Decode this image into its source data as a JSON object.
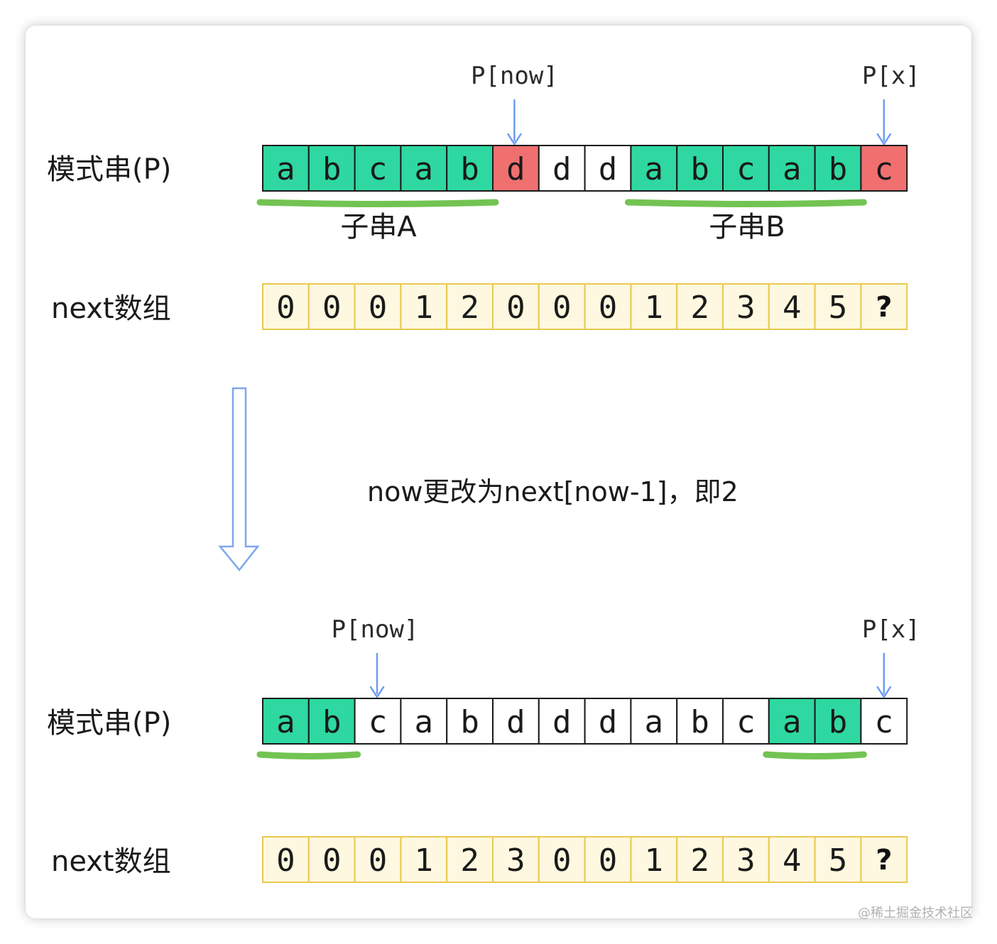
{
  "colors": {
    "match": "#2ed8a0",
    "mismatch": "#f07070",
    "plain": "#ffffff",
    "next_fill": "#fdf8df",
    "next_border": "#e8c94e",
    "pointer_arrow": "#6e9cf0",
    "big_arrow": "#7ea6f0",
    "underline": "#6cc04a"
  },
  "top": {
    "pattern_label": "模式串(P)",
    "next_label": "next数组",
    "pointer_now": "P[now]",
    "pointer_x": "P[x]",
    "sub_a": "子串A",
    "sub_b": "子串B",
    "pattern": [
      "a",
      "b",
      "c",
      "a",
      "b",
      "d",
      "d",
      "d",
      "a",
      "b",
      "c",
      "a",
      "b",
      "c"
    ],
    "states": [
      "m",
      "m",
      "m",
      "m",
      "m",
      "x",
      "p",
      "p",
      "m",
      "m",
      "m",
      "m",
      "m",
      "x"
    ],
    "next": [
      "0",
      "0",
      "0",
      "1",
      "2",
      "0",
      "0",
      "0",
      "1",
      "2",
      "3",
      "4",
      "5",
      "?"
    ],
    "now_index": 5,
    "x_index": 13,
    "underlines": [
      [
        0,
        4
      ],
      [
        8,
        12
      ]
    ]
  },
  "middle": {
    "note": "now更改为next[now-1]，即2"
  },
  "bottom": {
    "pattern_label": "模式串(P)",
    "next_label": "next数组",
    "pointer_now": "P[now]",
    "pointer_x": "P[x]",
    "pattern": [
      "a",
      "b",
      "c",
      "a",
      "b",
      "d",
      "d",
      "d",
      "a",
      "b",
      "c",
      "a",
      "b",
      "c"
    ],
    "states": [
      "m",
      "m",
      "p",
      "p",
      "p",
      "p",
      "p",
      "p",
      "p",
      "p",
      "p",
      "m",
      "m",
      "p"
    ],
    "next": [
      "0",
      "0",
      "0",
      "1",
      "2",
      "3",
      "0",
      "0",
      "1",
      "2",
      "3",
      "4",
      "5",
      "?"
    ],
    "now_index": 2,
    "x_index": 13,
    "underlines": [
      [
        0,
        1
      ],
      [
        11,
        12
      ]
    ]
  },
  "watermark": "@稀土掘金技术社区"
}
